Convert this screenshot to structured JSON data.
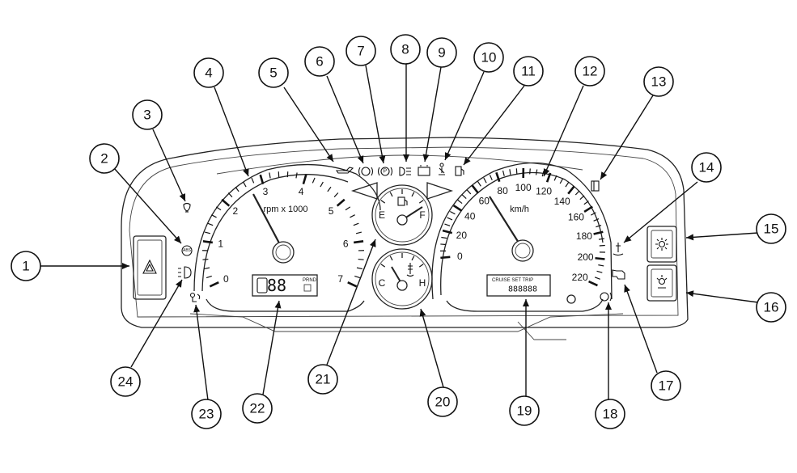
{
  "tachometer": {
    "scale": [
      "0",
      "1",
      "2",
      "3",
      "4",
      "5",
      "6",
      "7"
    ],
    "unit": "rpm x 1000"
  },
  "speedometer": {
    "scale": [
      "0",
      "20",
      "40",
      "60",
      "80",
      "100",
      "120",
      "140",
      "160",
      "180",
      "200",
      "220"
    ],
    "unit": "km/h"
  },
  "fuel_gauge": {
    "empty": "E",
    "full": "F"
  },
  "temp_gauge": {
    "cold": "C",
    "hot": "H"
  },
  "odometer_display": {
    "top_text": "CRUISE SET TRIP",
    "digits": "888888"
  },
  "gear_display": {
    "label": "PRND"
  },
  "callouts": [
    {
      "n": "1"
    },
    {
      "n": "2"
    },
    {
      "n": "3"
    },
    {
      "n": "4"
    },
    {
      "n": "5"
    },
    {
      "n": "6"
    },
    {
      "n": "7"
    },
    {
      "n": "8"
    },
    {
      "n": "9"
    },
    {
      "n": "10"
    },
    {
      "n": "11"
    },
    {
      "n": "12"
    },
    {
      "n": "13"
    },
    {
      "n": "14"
    },
    {
      "n": "15"
    },
    {
      "n": "16"
    },
    {
      "n": "17"
    },
    {
      "n": "18"
    },
    {
      "n": "19"
    },
    {
      "n": "20"
    },
    {
      "n": "21"
    },
    {
      "n": "22"
    },
    {
      "n": "23"
    },
    {
      "n": "24"
    }
  ],
  "icons": {
    "hazard": "hazard-warning-icon",
    "lamps": [
      "oil-pressure-icon",
      "brake-warning-icon",
      "parking-brake-icon",
      "high-beam-icon",
      "battery-icon",
      "seatbelt-icon",
      "fuel-low-icon",
      "door-open-icon",
      "coolant-temp-icon",
      "engine-check-icon",
      "tyre-pressure-icon",
      "headlamp-on-icon",
      "front-fog-lamp-icon",
      "abs-icon",
      "traction-control-icon",
      "airbag-icon"
    ],
    "switches": [
      "instrument-brightness-up-icon",
      "instrument-brightness-down-icon"
    ]
  }
}
